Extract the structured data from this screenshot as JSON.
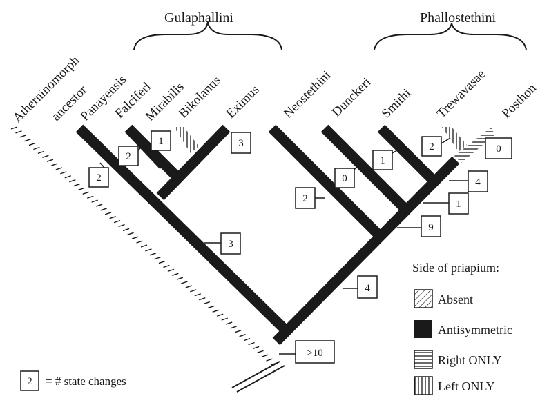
{
  "title": "",
  "groups": [
    {
      "id": "gulaphallini",
      "label": "Gulaphallini"
    },
    {
      "id": "phallostethini",
      "label": "Phallostethini"
    }
  ],
  "taxa": [
    {
      "id": "ancestor",
      "label": "Atherninomorph\nancestor",
      "state": "left-only-outgroup"
    },
    {
      "id": "panayensis",
      "label": "Panayensis",
      "state": "antisymmetric"
    },
    {
      "id": "falciferl",
      "label": "Falciferl",
      "state": "antisymmetric"
    },
    {
      "id": "mirabilis",
      "label": "Mirabilis",
      "state": "antisymmetric"
    },
    {
      "id": "bikolanus",
      "label": "Bikolanus",
      "state": "left-only"
    },
    {
      "id": "eximus",
      "label": "Eximus",
      "state": "antisymmetric"
    },
    {
      "id": "neostethini",
      "label": "Neostethini",
      "state": "antisymmetric"
    },
    {
      "id": "dunckeri",
      "label": "Dunckeri",
      "state": "antisymmetric"
    },
    {
      "id": "smithi",
      "label": "Smithi",
      "state": "antisymmetric"
    },
    {
      "id": "trewavasae",
      "label": "Trewavasae",
      "state": "left-only"
    },
    {
      "id": "posthon",
      "label": "Posthon",
      "state": "right-only"
    }
  ],
  "state_changes": [
    {
      "branch": "panayensis",
      "value": "2"
    },
    {
      "branch": "falciferl",
      "value": "2"
    },
    {
      "branch": "mirabilis",
      "value": "1"
    },
    {
      "branch": "eximus",
      "value": "3"
    },
    {
      "branch": "gulaphallini-stem",
      "value": "3"
    },
    {
      "branch": "neostethini",
      "value": "2"
    },
    {
      "branch": "dunckeri",
      "value": "0"
    },
    {
      "branch": "smithi",
      "value": "1"
    },
    {
      "branch": "trewavasae",
      "value": "2"
    },
    {
      "branch": "posthon",
      "value": "0"
    },
    {
      "branch": "trewavasae-posthon-stem",
      "value": "4"
    },
    {
      "branch": "smithi-clade-stem",
      "value": "1"
    },
    {
      "branch": "dunckeri-clade-stem",
      "value": "9"
    },
    {
      "branch": "phallostethini-stem",
      "value": "4"
    },
    {
      "branch": "root",
      "value": ">10"
    }
  ],
  "legend": {
    "title": "Side of priapium:",
    "items": [
      {
        "pattern": "absent",
        "label": "Absent"
      },
      {
        "pattern": "antisymmetric",
        "label": "Antisymmetric"
      },
      {
        "pattern": "right-only",
        "label": "Right ONLY"
      },
      {
        "pattern": "left-only",
        "label": "Left ONLY"
      }
    ]
  },
  "key_note": {
    "example": "2",
    "text": "= # state changes"
  },
  "colors": {
    "ink": "#1a1a1a",
    "background": "#ffffff"
  }
}
